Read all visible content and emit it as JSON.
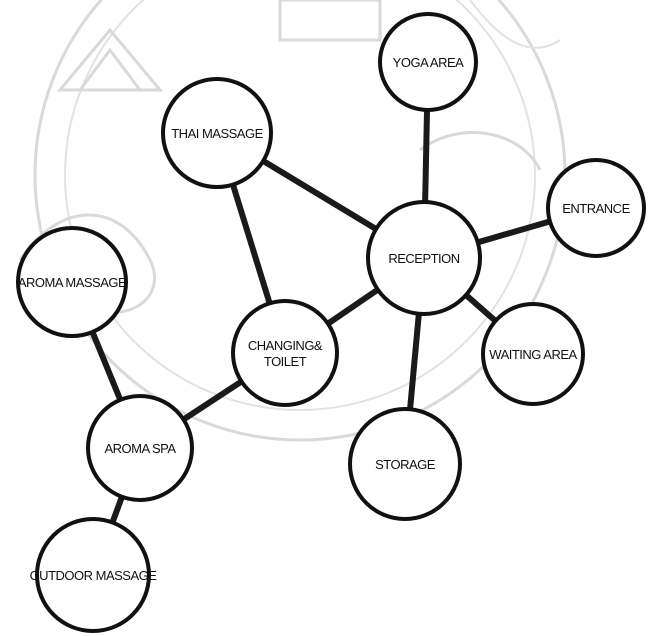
{
  "diagram": {
    "nodes": [
      {
        "id": "yoga",
        "lines": [
          "YOGA AREA"
        ]
      },
      {
        "id": "thai",
        "lines": [
          "THAI MASSAGE"
        ]
      },
      {
        "id": "entrance",
        "lines": [
          "ENTRANCE"
        ]
      },
      {
        "id": "reception",
        "lines": [
          "RECEPTION"
        ]
      },
      {
        "id": "aroma-massage",
        "lines": [
          "AROMA MASSAGE"
        ]
      },
      {
        "id": "changing",
        "lines": [
          "CHANGING&",
          "TOILET"
        ]
      },
      {
        "id": "waiting",
        "lines": [
          "WAITING AREA"
        ]
      },
      {
        "id": "aroma-spa",
        "lines": [
          "AROMA SPA"
        ]
      },
      {
        "id": "storage",
        "lines": [
          "STORAGE"
        ]
      },
      {
        "id": "outdoor",
        "lines": [
          "OUTDOOR MASSAGE"
        ]
      }
    ],
    "edges": [
      [
        "reception",
        "yoga"
      ],
      [
        "reception",
        "entrance"
      ],
      [
        "reception",
        "thai"
      ],
      [
        "reception",
        "changing"
      ],
      [
        "reception",
        "waiting"
      ],
      [
        "reception",
        "storage"
      ],
      [
        "thai",
        "changing"
      ],
      [
        "changing",
        "aroma-spa"
      ],
      [
        "aroma-massage",
        "aroma-spa"
      ],
      [
        "aroma-spa",
        "outdoor"
      ]
    ]
  }
}
